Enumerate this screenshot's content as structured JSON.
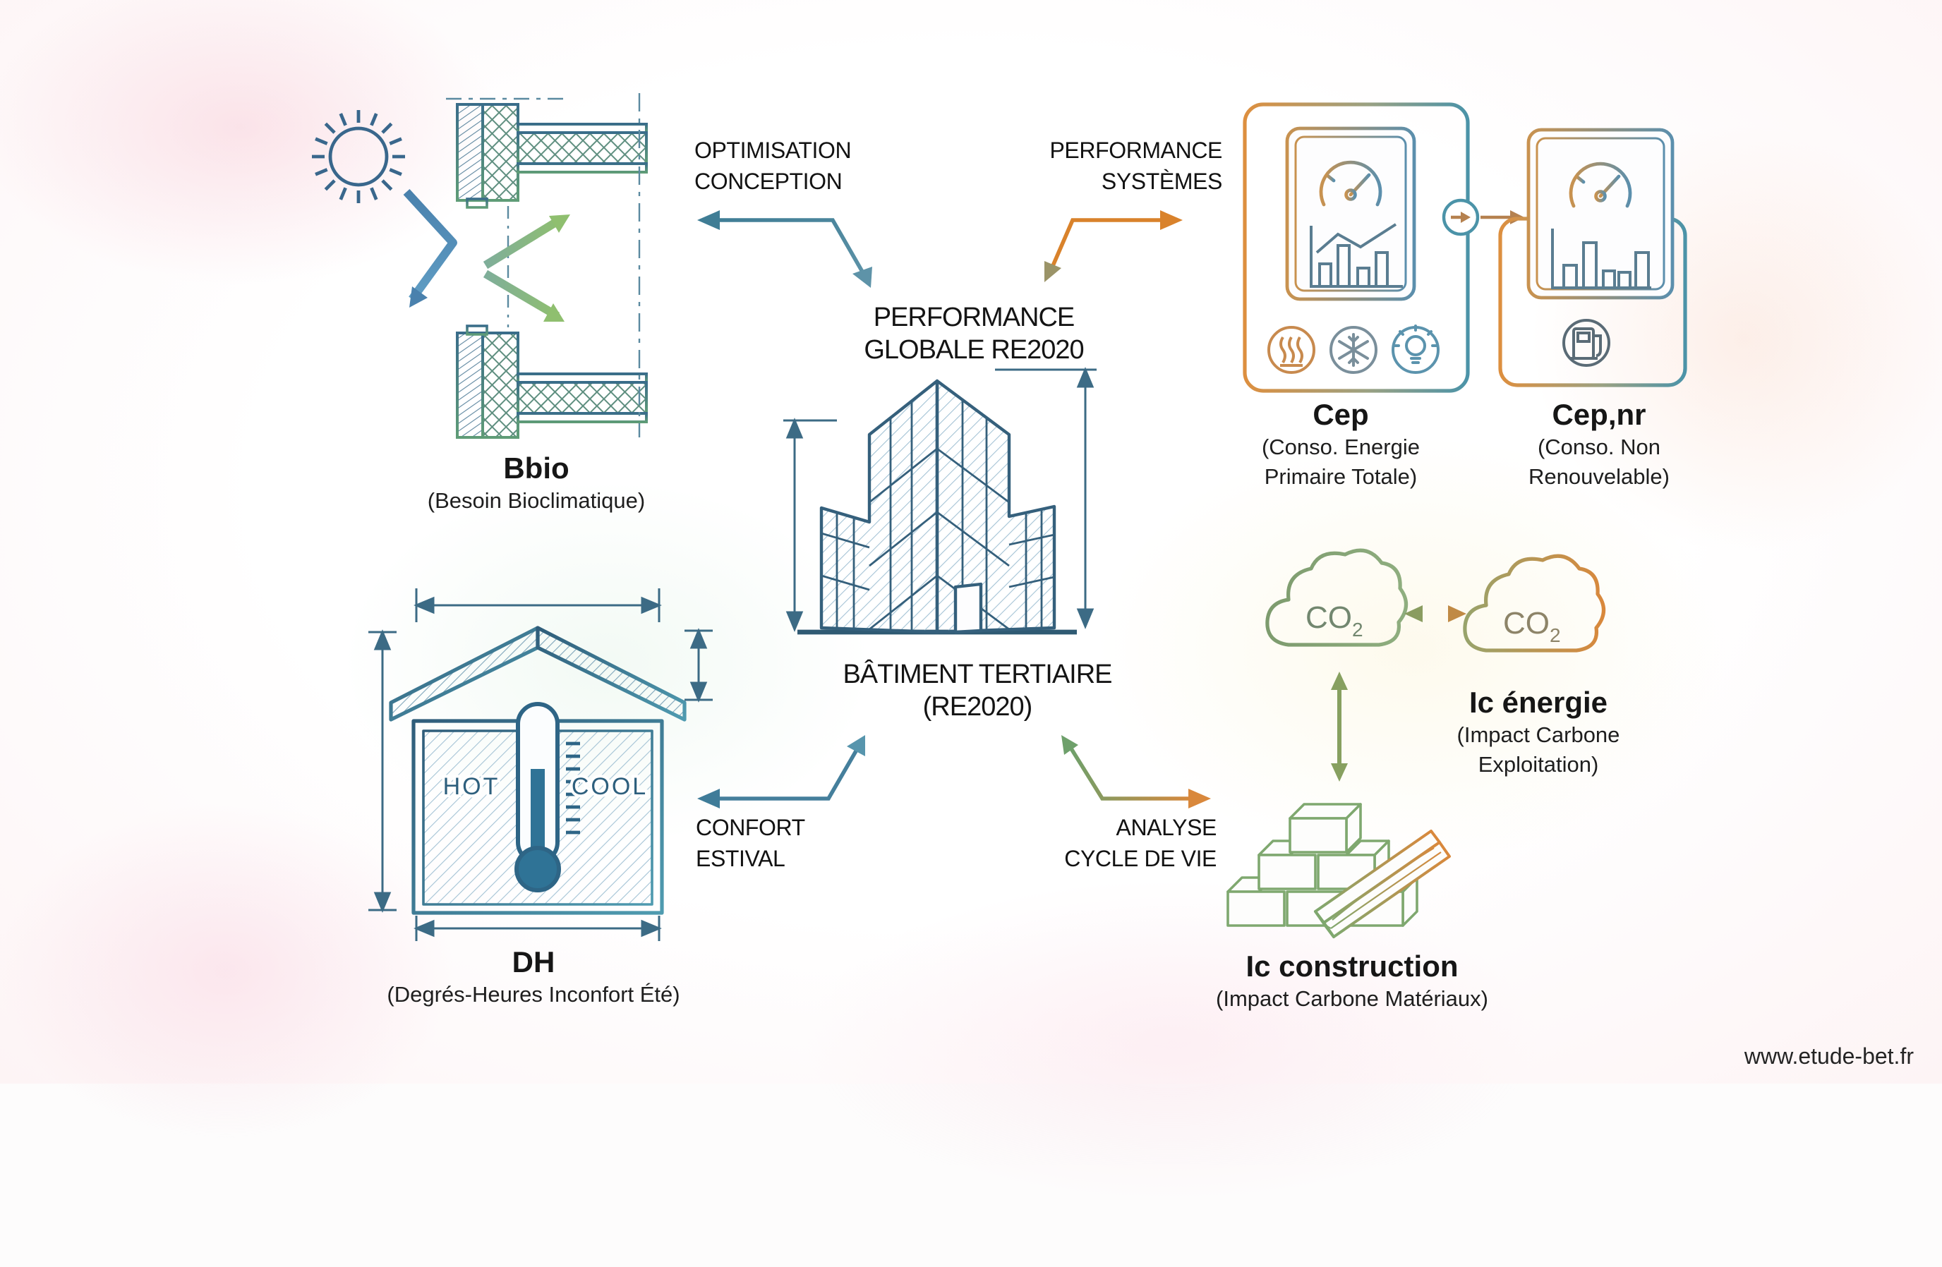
{
  "site": {
    "url": "www.etude-bet.fr"
  },
  "center": {
    "global_title_line1": "PERFORMANCE",
    "global_title_line2": "GLOBALE RE2020",
    "building_line1": "BÂTIMENT TERTIAIRE",
    "building_line2": "(RE2020)"
  },
  "links": {
    "optimisation": {
      "line1": "OPTIMISATION",
      "line2": "CONCEPTION"
    },
    "systemes": {
      "line1": "PERFORMANCE",
      "line2": "SYSTÈMES"
    },
    "confort": {
      "line1": "CONFORT",
      "line2": "ESTIVAL"
    },
    "analyse": {
      "line1": "ANALYSE",
      "line2": "CYCLE DE VIE"
    }
  },
  "indicators": {
    "bbio": {
      "title": "Bbio",
      "subtitle": "(Besoin Bioclimatique)"
    },
    "dh": {
      "title": "DH",
      "subtitle": "(Degrés-Heures Inconfort Été)",
      "hot": "HOT",
      "cool": "COOL"
    },
    "cep": {
      "title": "Cep",
      "subtitle_line1": "(Conso. Energie",
      "subtitle_line2": "Primaire Totale)"
    },
    "cep_nr": {
      "title": "Cep,nr",
      "subtitle_line1": "(Conso. Non",
      "subtitle_line2": "Renouvelable)"
    },
    "ic_energie": {
      "title": "Ic énergie",
      "subtitle_line1": "(Impact Carbone",
      "subtitle_line2": "Exploitation)"
    },
    "ic_construction": {
      "title": "Ic construction",
      "subtitle": "(Impact Carbone Matériaux)"
    },
    "co2": {
      "main": "CO",
      "sub": "2"
    }
  },
  "colors": {
    "line_blue": "#35607c",
    "teal": "#4b93a8",
    "green": "#7fa86f",
    "orange": "#d9822b",
    "olive": "#8a9c60",
    "text": "#1c1c1c"
  }
}
